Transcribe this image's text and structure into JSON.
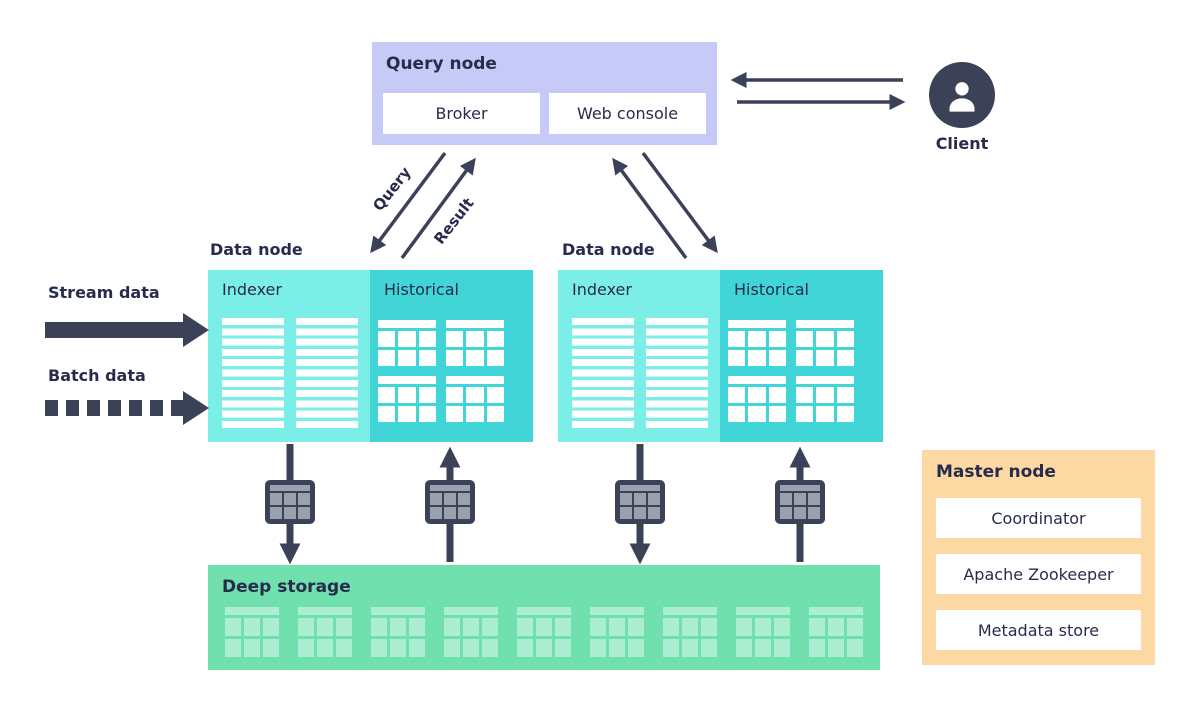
{
  "query_node": {
    "label": "Query node",
    "items": [
      {
        "label": "Broker"
      },
      {
        "label": "Web console"
      }
    ]
  },
  "client": {
    "label": "Client"
  },
  "flow_labels": {
    "query": "Query",
    "result": "Result"
  },
  "inputs": {
    "stream": "Stream data",
    "batch": "Batch data"
  },
  "data_nodes": [
    {
      "label": "Data node",
      "indexer": "Indexer",
      "historical": "Historical"
    },
    {
      "label": "Data node",
      "indexer": "Indexer",
      "historical": "Historical"
    }
  ],
  "deep_storage": {
    "label": "Deep storage"
  },
  "master_node": {
    "label": "Master node",
    "items": [
      {
        "label": "Coordinator"
      },
      {
        "label": "Apache Zookeeper"
      },
      {
        "label": "Metadata store"
      }
    ]
  },
  "colors": {
    "arrow": "#3b4157",
    "query_node_bg": "#c7c9f6",
    "indexer_bg": "#7ceee8",
    "historical_bg": "#41d5d7",
    "deep_storage_bg": "#70e0ae",
    "deep_storage_segment": "#abeed2",
    "master_node_bg": "#fcd9a2",
    "text": "#272c4d",
    "panel": "#ffffff"
  }
}
